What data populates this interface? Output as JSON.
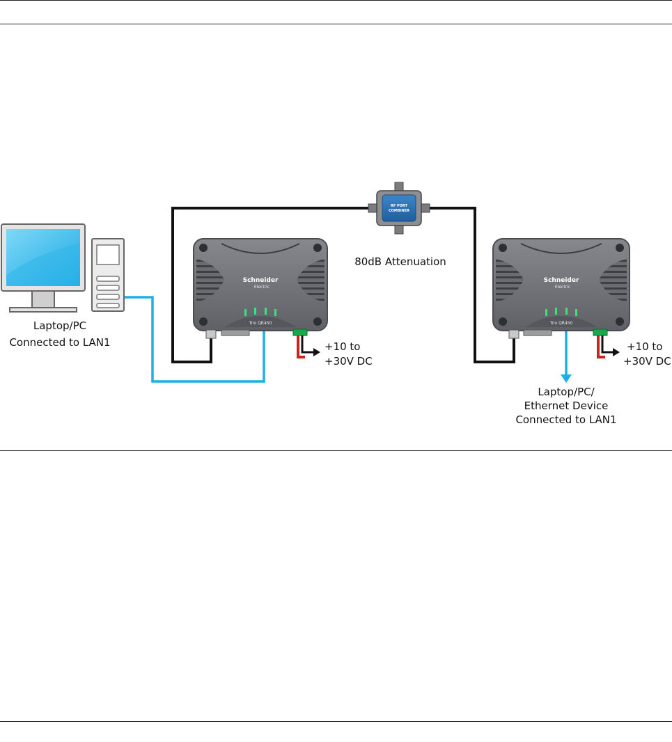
{
  "labels": {
    "pc": [
      "Laptop/PC",
      "Connected to LAN1"
    ],
    "attenuation": "80dB Attenuation",
    "power_left": [
      "+10 to",
      "+30V DC"
    ],
    "power_right": [
      "+10 to",
      "+30V DC"
    ],
    "lan_right": [
      "Laptop/PC/",
      "Ethernet Device",
      "Connected to LAN1"
    ]
  },
  "combiner": [
    "RF PORT",
    "COMBINER"
  ],
  "radio": {
    "brand": "Schneider",
    "brand_sub": "Electric",
    "model": "Trio QR450"
  },
  "colors": {
    "rf_cable": "#111111",
    "ethernet_cable": "#1ab0e6",
    "power_positive": "#d0211c",
    "radio_body": "#717378",
    "combiner_blue": "#2a6fb3"
  }
}
